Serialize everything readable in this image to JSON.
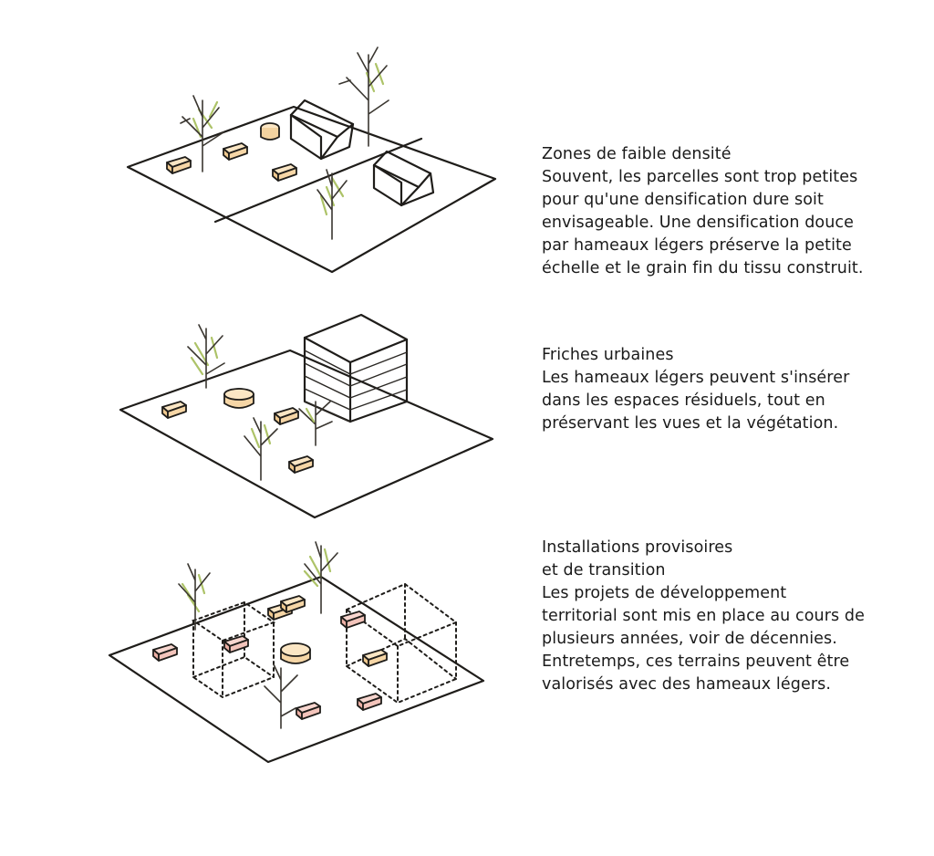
{
  "blocks": [
    {
      "title": "Zones de faible densité",
      "body": "Souvent, les parcelles sont trop petites\npour qu'une densification dure soit\nenvisageable. Une densification douce\npar hameaux légers préserve la petite\néchelle et le grain fin du tissu construit."
    },
    {
      "title": "Friches urbaines",
      "body": "Les hameaux légers peuvent s'insérer\ndans les espaces résiduels, tout en\npréservant les vues et la végétation."
    },
    {
      "title": "Installations provisoires\net de transition",
      "body": "Les projets de développement\nterritorial sont mis en place au cours de\nplusieurs années, voir de décennies.\nEntretemps, ces terrains peuvent être\nvalorisés avec des hameaux légers."
    }
  ],
  "colors": {
    "ink": "#1f1d1a",
    "hut_fill_warm": "#f4d9a8",
    "hut_fill_pink": "#f3c4bb",
    "hut_fill_peach": "#f6cf9e",
    "foliage": "#9fb84d",
    "roof_shade": "#d8d2cb"
  }
}
